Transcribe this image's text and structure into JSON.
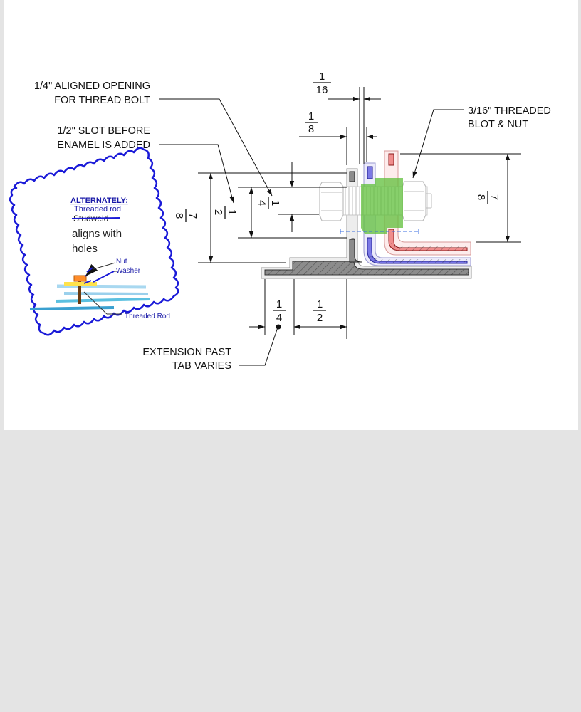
{
  "callouts": {
    "aligned_opening": [
      "1/4\" ALIGNED OPENING",
      "FOR THREAD BOLT"
    ],
    "slot_before_enamel": [
      "1/2\" SLOT BEFORE",
      "ENAMEL IS ADDED"
    ],
    "threaded_bolt_nut": [
      "3/16\" THREADED",
      "BLOT & NUT"
    ],
    "extension_past_tab": [
      "EXTENSION PAST",
      "TAB VARIES"
    ]
  },
  "dimensions": {
    "top_gap": {
      "num": "1",
      "den": "16"
    },
    "slot_gap": {
      "num": "1",
      "den": "8"
    },
    "left_height": {
      "num": "7",
      "den": "8"
    },
    "slot_height": {
      "num": "1",
      "den": "2"
    },
    "opening_height": {
      "num": "1",
      "den": "4"
    },
    "right_height": {
      "num": "7",
      "den": "8"
    },
    "bottom_extension": {
      "num": "1",
      "den": "4"
    },
    "bottom_offset": {
      "num": "1",
      "den": "2"
    }
  },
  "inset": {
    "heading": "ALTERNATELY:",
    "line1": "Threaded rod",
    "struck_word": "Studweld",
    "line3": "aligns with",
    "line4": "holes",
    "label_nut": "Nut",
    "label_washer": "Washer",
    "label_rod": "Threaded Rod"
  },
  "colors": {
    "gray_part": "#8c8c8c",
    "blue_part": "#7b78e6",
    "red_part": "#f08c8c",
    "green_highlight": "#5fbf3a",
    "inset_border": "#1a1ad8"
  }
}
